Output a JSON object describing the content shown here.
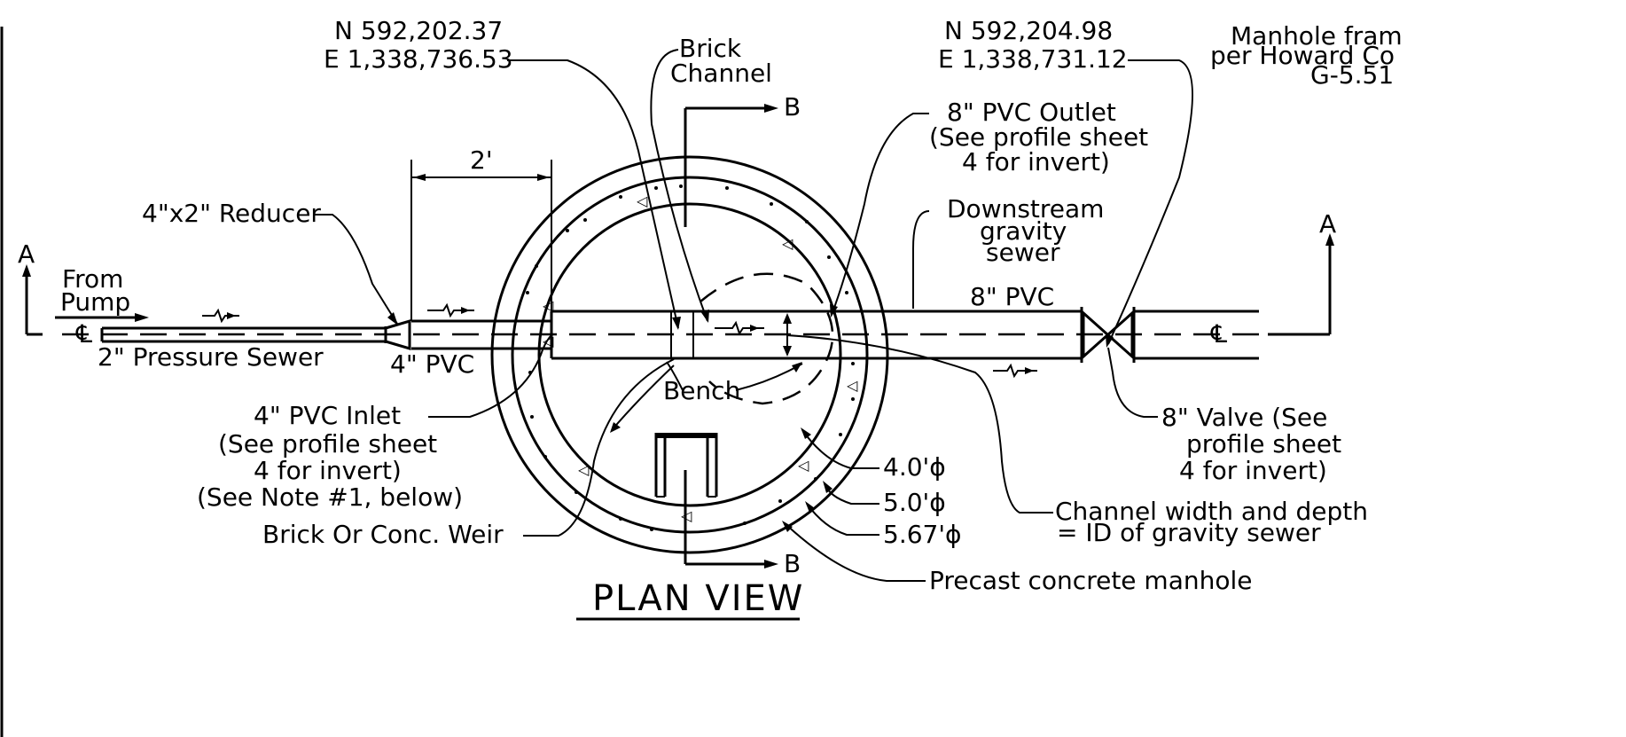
{
  "coords": {
    "inlet_north": "N 592,202.37",
    "inlet_east": "E 1,338,736.53",
    "outlet_north": "N 592,204.98",
    "outlet_east": "E 1,338,731.12"
  },
  "manhole_frame_note": [
    "Manhole fram",
    "per Howard Co",
    "G-5.51"
  ],
  "labels": {
    "brick_channel": [
      "Brick",
      "Channel"
    ],
    "section_b": "B",
    "section_a": "A",
    "dimension_2ft": "2'",
    "reducer": "4\"x2\" Reducer",
    "from_pump": [
      "From",
      "Pump"
    ],
    "centerline": "℄",
    "pressure_sewer": "2\" Pressure Sewer",
    "pvc_4": "4\" PVC",
    "pvc_8": "8\" PVC",
    "outlet": [
      "8\" PVC Outlet",
      "(See profile sheet",
      "4 for invert)"
    ],
    "downstream": [
      "Downstream",
      "gravity",
      "sewer"
    ],
    "inlet": [
      "4\" PVC Inlet",
      "(See profile sheet",
      "4 for invert)",
      "(See Note #1, below)"
    ],
    "bench": "Bench",
    "weir": "Brick Or Conc. Weir",
    "dia_4": "4.0'ϕ",
    "dia_5": "5.0'ϕ",
    "dia_567": "5.67'ϕ",
    "valve": [
      "8\" Valve (See",
      "profile sheet",
      "4 for invert)"
    ],
    "channel_note": [
      "Channel width and depth",
      "= ID of gravity sewer"
    ],
    "precast": "Precast concrete manhole",
    "title": "PLAN VIEW"
  }
}
